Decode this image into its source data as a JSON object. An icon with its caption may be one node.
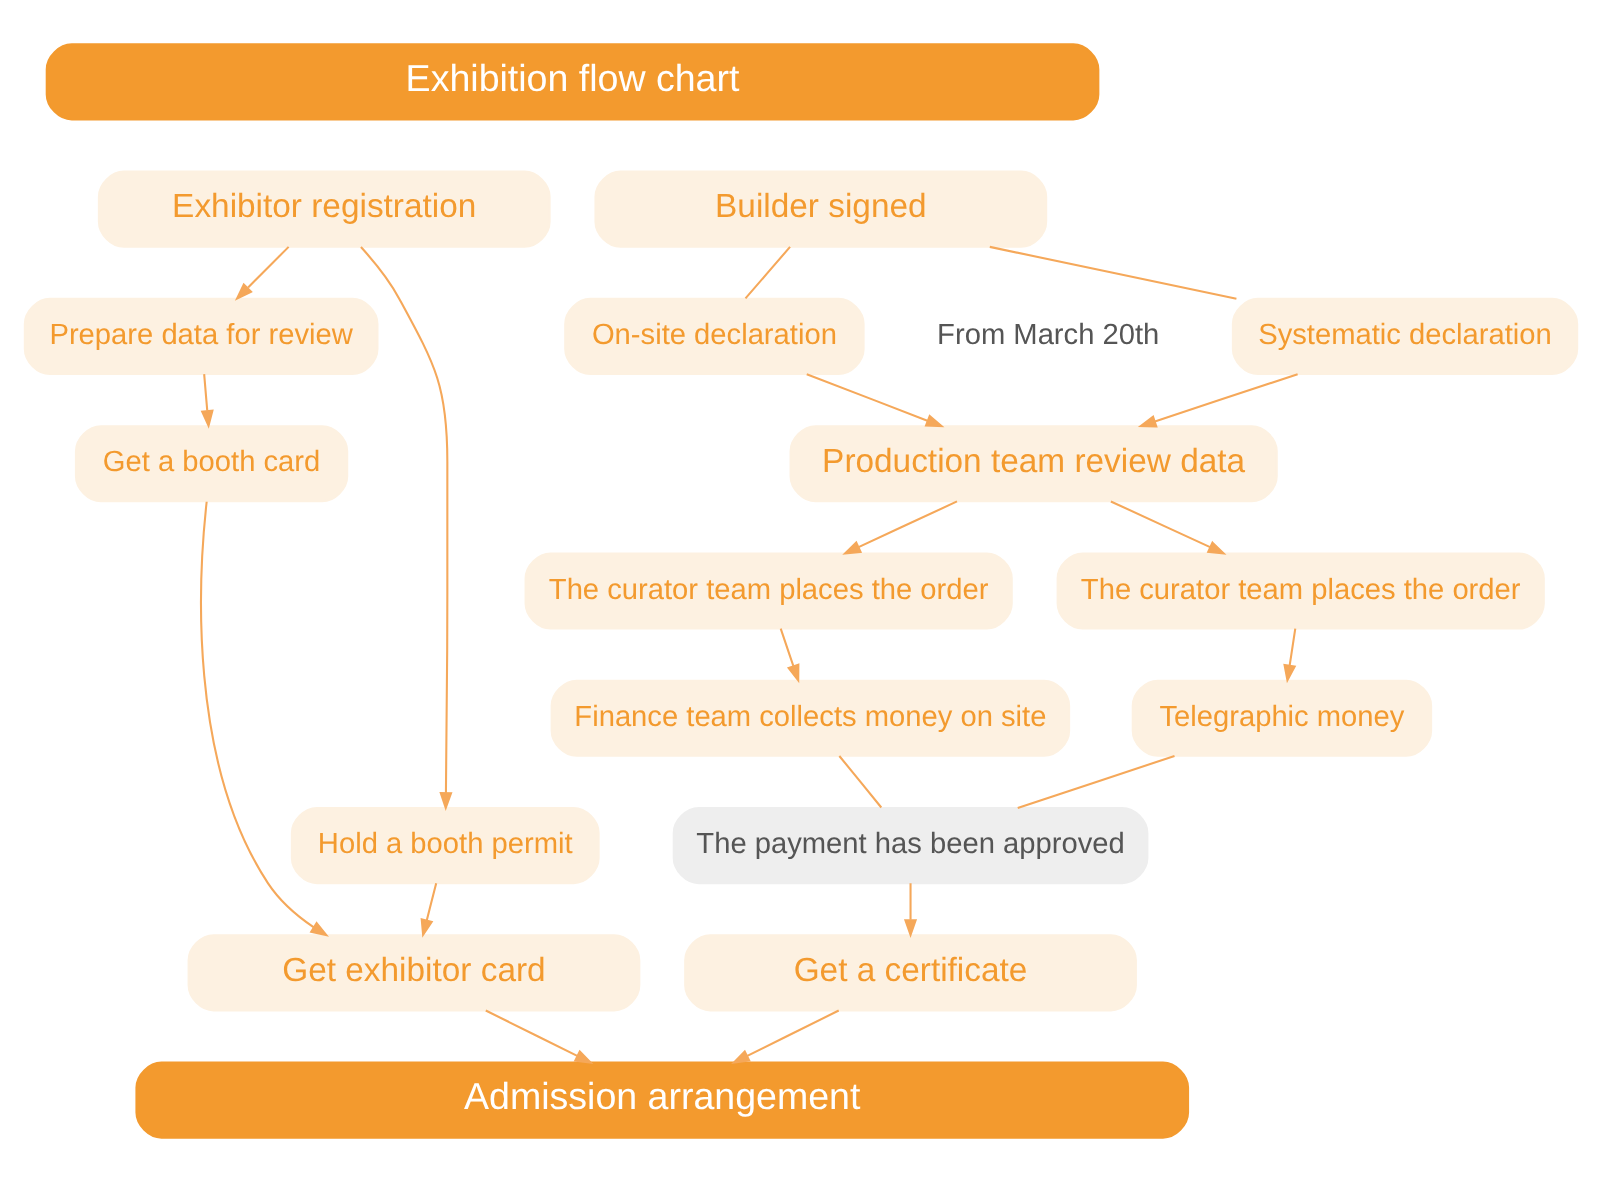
{
  "diagram": {
    "nodes": [
      {
        "text": [
          "Exhibition flow chart"
        ]
      },
      {
        "text": [
          "Exhibitor registration"
        ]
      },
      {
        "text": [
          "Builder signed"
        ]
      },
      {
        "text": [
          "Prepare data for review"
        ]
      },
      {
        "text": [
          "Hold a booth permit"
        ]
      },
      {
        "text": [
          "On-site declaration"
        ]
      },
      {
        "text": [
          "Systematic declaration"
        ]
      },
      {
        "text": [
          "Get a booth card"
        ]
      },
      {
        "text": [
          "Production team review data"
        ]
      },
      {
        "text": [
          "The curator team places the order"
        ]
      },
      {
        "text": [
          "The curator team places the order"
        ]
      },
      {
        "text": [
          "Finance team collects money on site"
        ]
      },
      {
        "text": [
          "Telegraphic money"
        ]
      },
      {
        "text": [
          "The payment has been approved"
        ]
      },
      {
        "text": [
          "Get exhibitor card"
        ]
      },
      {
        "text": [
          "Get a certificate"
        ]
      },
      {
        "text": [
          "Admission arrangement"
        ]
      }
    ],
    "edges": [
      {
        "from": 1,
        "to": 3,
        "arrow": "to"
      },
      {
        "from": 1,
        "to": 4,
        "arrow": "to"
      },
      {
        "from": 3,
        "to": 7,
        "arrow": "to"
      },
      {
        "from": 7,
        "to": 14,
        "arrow": "to"
      },
      {
        "from": 4,
        "to": 14,
        "arrow": "to"
      },
      {
        "from": 2,
        "to": 5,
        "arrow": "none"
      },
      {
        "from": 2,
        "to": 6,
        "arrow": "none"
      },
      {
        "from": 5,
        "to": 8,
        "arrow": "to"
      },
      {
        "from": 6,
        "to": 8,
        "arrow": "to"
      },
      {
        "from": 8,
        "to": 9,
        "arrow": "to"
      },
      {
        "from": 8,
        "to": 10,
        "arrow": "to"
      },
      {
        "from": 9,
        "to": 11,
        "arrow": "to"
      },
      {
        "from": 10,
        "to": 12,
        "arrow": "to"
      },
      {
        "from": 11,
        "to": 13,
        "arrow": "none"
      },
      {
        "from": 12,
        "to": 13,
        "arrow": "none"
      },
      {
        "from": 13,
        "to": 15,
        "arrow": "to"
      },
      {
        "from": 14,
        "to": 16,
        "arrow": "to"
      },
      {
        "from": 15,
        "to": 16,
        "arrow": "to"
      }
    ],
    "labels": [
      "From March 20th"
    ]
  }
}
